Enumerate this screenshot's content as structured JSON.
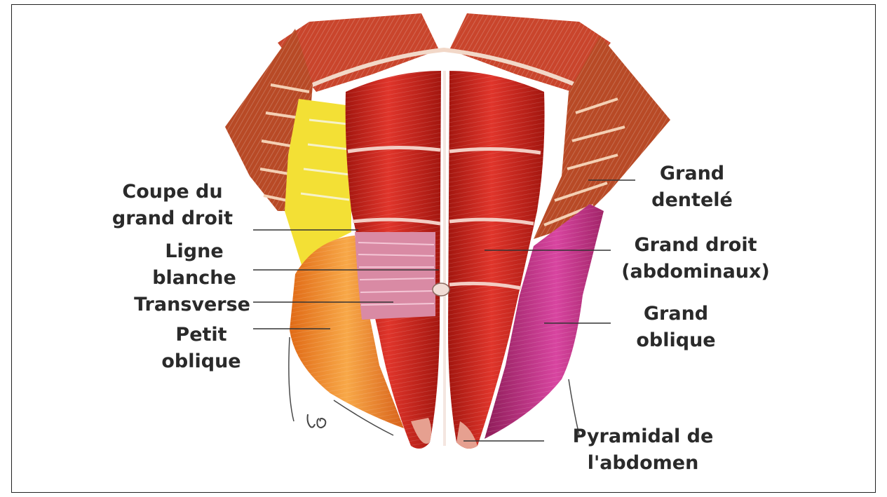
{
  "labels": {
    "coupe": [
      "Coupe du",
      "grand droit"
    ],
    "ligne": [
      "Ligne",
      "blanche"
    ],
    "transverse": [
      "Transverse"
    ],
    "petit_oblique": [
      "Petit",
      "oblique"
    ],
    "grand_dentele": [
      "Grand",
      "dentelé"
    ],
    "grand_droit": [
      "Grand droit",
      "(abdominaux)"
    ],
    "grand_oblique": [
      "Grand",
      "oblique"
    ],
    "pyramidal": [
      "Pyramidal de",
      "l'abdomen"
    ]
  },
  "signature": "LG",
  "colors": {
    "rectus": "#d42a24",
    "rectus_dark": "#9e1712",
    "serratus": "#c2542a",
    "transverse": "#d9889e",
    "external_oblique": "#c8338a",
    "internal_oblique": "#f08a2a",
    "aponeurosis": "#f5e331",
    "leader_line": "#333333"
  }
}
